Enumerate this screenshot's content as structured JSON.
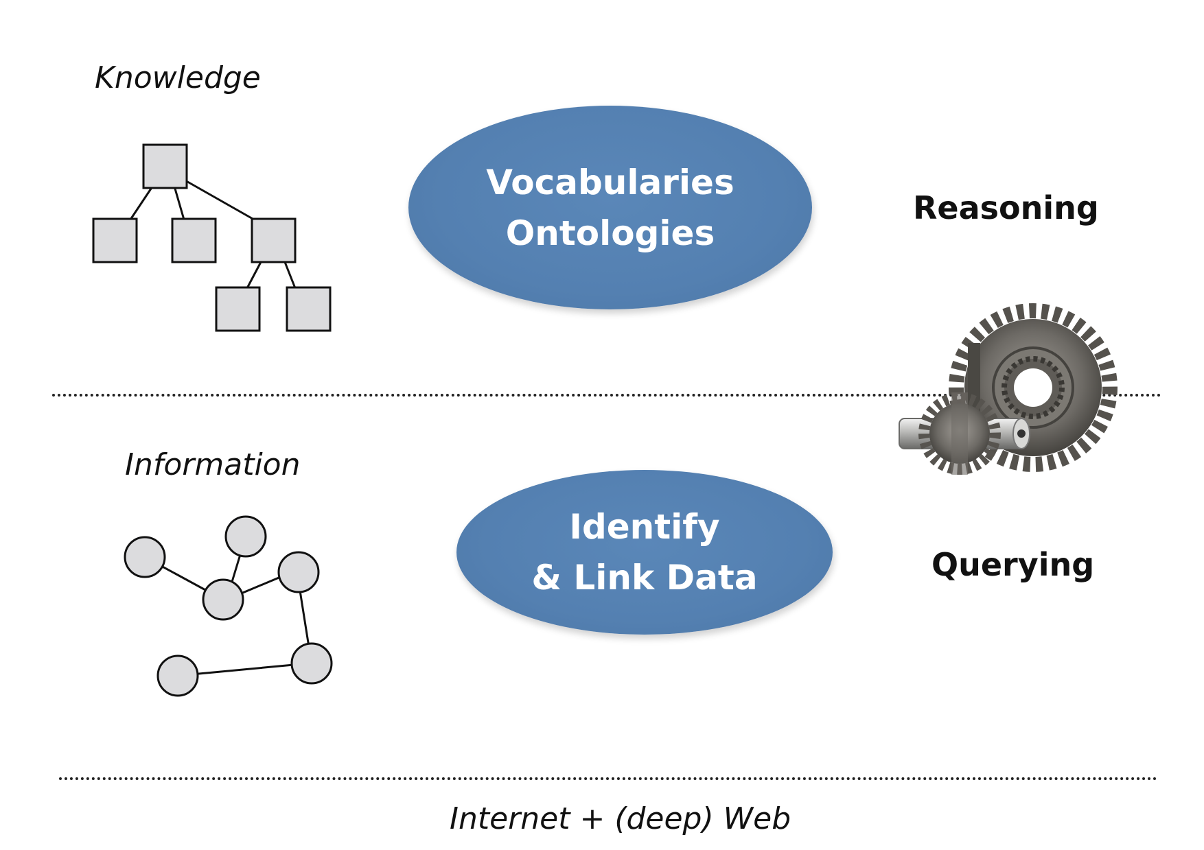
{
  "knowledge_label": "Knowledge",
  "information_label": "Information",
  "vocab_ellipse": {
    "line1": "Vocabularies",
    "line2": "Ontologies"
  },
  "link_ellipse": {
    "line1": "Identify",
    "line2": "& Link Data"
  },
  "reasoning_label": "Reasoning",
  "querying_label": "Querying",
  "footer_label": "Internet + (deep) Web",
  "colors": {
    "ellipse_fill": "#5480b1",
    "node_fill": "#dcdcde",
    "line": "#111111"
  },
  "icons": [
    "tree-hierarchy-icon",
    "graph-network-icon",
    "gears-icon"
  ]
}
